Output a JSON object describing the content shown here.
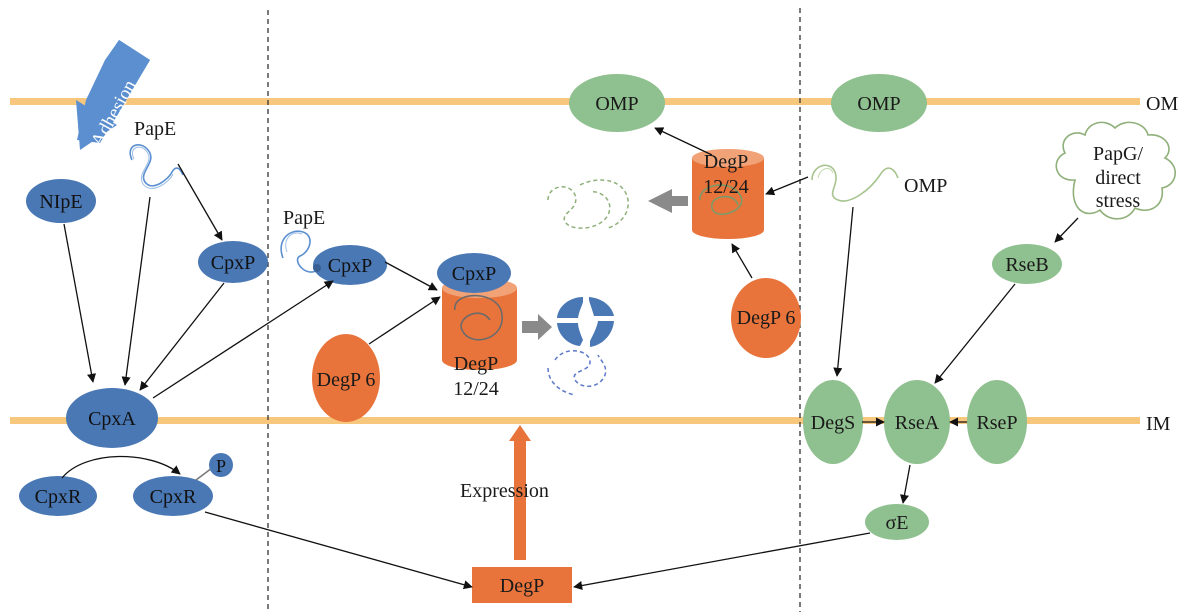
{
  "membranes": {
    "outer": "OM",
    "inner": "IM"
  },
  "labels": {
    "adhesion": "Adhesion",
    "pape_top": "PapE",
    "pape_mid": "PapE",
    "nlpe": "NIpE",
    "cpxp_left": "CpxP",
    "cpxp_mid": "CpxP",
    "cpxp_cap": "CpxP",
    "cpxa": "CpxA",
    "cpxr": "CpxR",
    "cpxr_p": "CpxR",
    "phospho": "P",
    "degp6_left": "DegP 6",
    "degp_cyl_left_1": "DegP",
    "degp_cyl_left_2": "12/24",
    "degp6_right": "DegP 6",
    "degp_cyl_right_1": "DegP",
    "degp_cyl_right_2": "12/24",
    "omp_1": "OMP",
    "omp_2": "OMP",
    "omp_unfolded": "OMP",
    "papg_1": "PapG/",
    "papg_2": "direct",
    "papg_3": "stress",
    "rseb": "RseB",
    "degs": "DegS",
    "rsea": "RseA",
    "rsep": "RseP",
    "sigmae": "σE",
    "expression": "Expression",
    "degp_gene": "DegP"
  },
  "colors": {
    "membrane": "#f8c77e",
    "blue_protein": "#4a78b5",
    "green_protein": "#8fc08f",
    "orange": "#e8743b",
    "arrow_gray": "#8a8a8a",
    "adhesion_arrow": "#5b8fcf"
  }
}
